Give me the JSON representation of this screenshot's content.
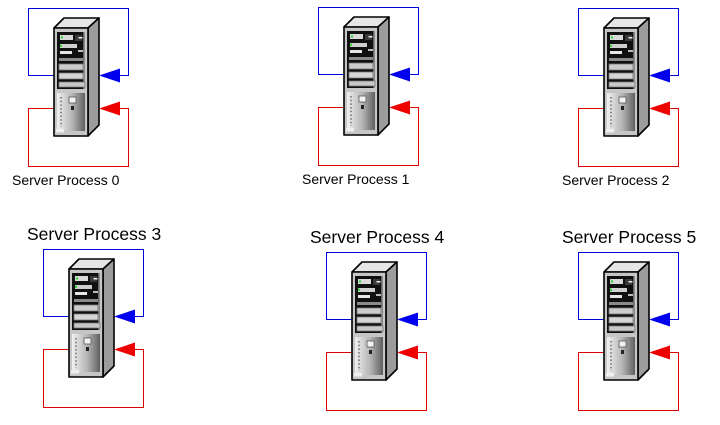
{
  "palette": {
    "background": "#ffffff",
    "text": "#000000",
    "loop_blue": "#0000dd",
    "loop_red": "#dd0000",
    "arrow_blue": "#0000ee",
    "arrow_red": "#ee0000"
  },
  "diagram": {
    "description_icons": {
      "node_icon": "server-tower-icon",
      "blue_loop": "blue-self-loop-stream",
      "red_loop": "red-self-loop-stream"
    }
  },
  "units": [
    {
      "id": "server-process-0",
      "label": "Server Process 0"
    },
    {
      "id": "server-process-1",
      "label": "Server Process 1"
    },
    {
      "id": "server-process-2",
      "label": "Server Process 2"
    },
    {
      "id": "server-process-3",
      "label": "Server Process 3"
    },
    {
      "id": "server-process-4",
      "label": "Server Process 4"
    },
    {
      "id": "server-process-5",
      "label": "Server Process 5"
    }
  ]
}
